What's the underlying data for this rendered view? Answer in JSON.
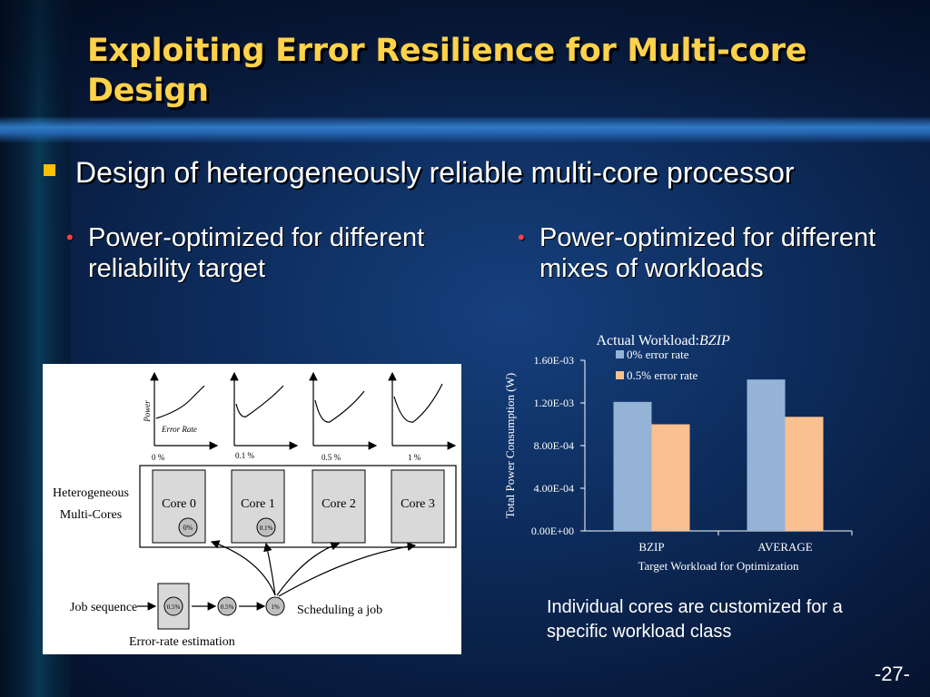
{
  "slide": {
    "title": "Exploiting Error Resilience for Multi-core Design",
    "main_bullet": "Design of heterogeneously reliable multi-core processor",
    "sub_left": "Power-optimized for different reliability target",
    "sub_right": "Power-optimized for different mixes of workloads",
    "caption": "Individual cores are customized for a specific workload class",
    "page_number": "-27-"
  },
  "figure": {
    "power_label": "Power",
    "error_rate_label": "Error Rate",
    "curve_labels": [
      "0 %",
      "0.1 %",
      "0.5 %",
      "1 %"
    ],
    "group_label_line1": "Heterogeneous",
    "group_label_line2": "Multi-Cores",
    "cores": [
      {
        "name": "Core 0",
        "rate": "0%"
      },
      {
        "name": "Core 1",
        "rate": "0.1%"
      },
      {
        "name": "Core 2",
        "rate": ""
      },
      {
        "name": "Core 3",
        "rate": ""
      }
    ],
    "job_sequence_label": "Job sequence",
    "job_rates": [
      "0.5%",
      "0.5%",
      "1%"
    ],
    "scheduling_label": "Scheduling a job",
    "estimation_label": "Error-rate estimation"
  },
  "chart_data": {
    "type": "bar",
    "title": "Actual Workload: ",
    "title_emphasis": "BZIP",
    "xlabel": "Target Workload for Optimization",
    "ylabel": "Total Power Consumption (W)",
    "categories": [
      "BZIP",
      "AVERAGE"
    ],
    "series": [
      {
        "name": "0% error rate",
        "values": [
          0.00121,
          0.00142
        ],
        "color": "#95b3d7"
      },
      {
        "name": "0.5% error rate",
        "values": [
          0.001,
          0.00107
        ],
        "color": "#fac090"
      }
    ],
    "ylim": [
      0,
      0.0016
    ],
    "yticks": [
      0,
      0.0004,
      0.0008,
      0.0012,
      0.0016
    ],
    "ytick_labels": [
      "0.00E+00",
      "4.00E-04",
      "8.00E-04",
      "1.20E-03",
      "1.60E-03"
    ],
    "grid": false,
    "legend_position": "top-right"
  },
  "colors": {
    "title": "#ffd24a",
    "bullet": "#ffc000",
    "sub_bullet_dot": "#ff4040"
  }
}
